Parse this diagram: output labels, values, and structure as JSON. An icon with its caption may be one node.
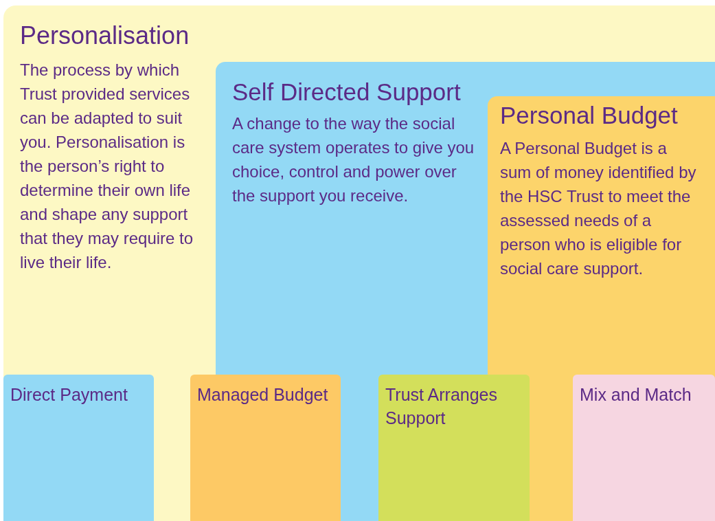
{
  "diagram": {
    "nodes": [
      {
        "text": [
          "Personalisation",
          "The process by which Trust provided services can be adapted to suit you. Personalisation is the person’s right to determine their own life and shape any support that they may require to live their life."
        ]
      },
      {
        "text": [
          "Self Directed Support",
          "A change to the way the social care system operates to give you choice, control and power over the support you receive."
        ],
        "in": 0
      },
      {
        "text": [
          "Personal Budget",
          "A Personal Budget is a sum of money identified by the HSC Trust to meet the assessed needs of a person who is eligible for social care  support."
        ],
        "in": 1
      },
      {
        "text": [
          "Direct Payment"
        ],
        "in": 0
      },
      {
        "text": [
          "Managed Budget"
        ],
        "in": 0
      },
      {
        "text": [
          "Trust Arranges Support"
        ],
        "in": 1
      },
      {
        "text": [
          "Mix and Match"
        ],
        "in": 2
      }
    ]
  }
}
